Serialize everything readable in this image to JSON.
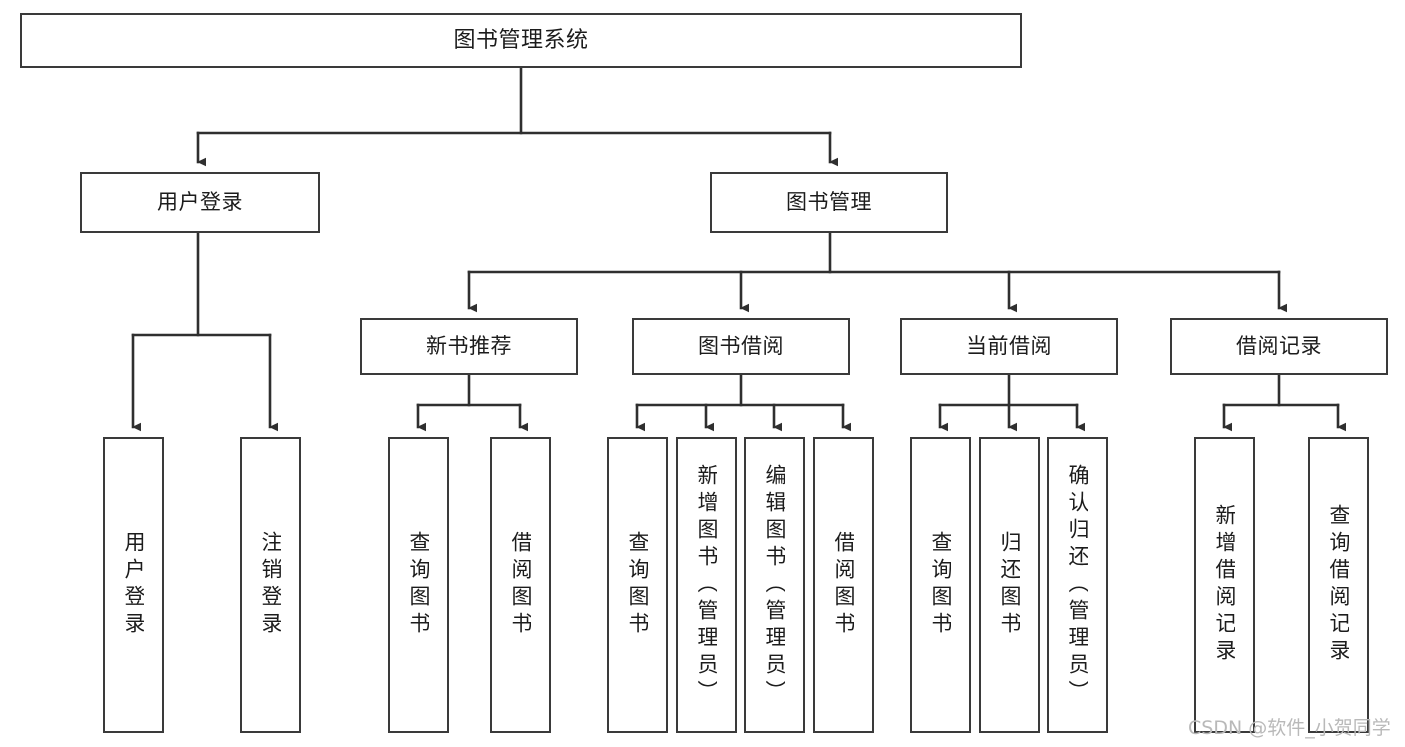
{
  "diagram": {
    "title": "图书管理系统",
    "type": "tree-hierarchy-chart",
    "colors": {
      "box_border": "#3a3a3a",
      "box_fill": "#ffffff",
      "connector": "#2f2f2f",
      "text": "#1c1c1c",
      "watermark": "#b9b9b9",
      "background": "#ffffff"
    },
    "root": {
      "label": "图书管理系统"
    },
    "level2": [
      {
        "label": "用户登录"
      },
      {
        "label": "图书管理"
      }
    ],
    "level3": [
      {
        "label": "新书推荐"
      },
      {
        "label": "图书借阅"
      },
      {
        "label": "当前借阅"
      },
      {
        "label": "借阅记录"
      }
    ],
    "leaves": {
      "user_login": [
        {
          "label": "用户登录"
        },
        {
          "label": "注销登录"
        }
      ],
      "new_book_recommend": [
        {
          "label": "查询图书"
        },
        {
          "label": "借阅图书"
        }
      ],
      "book_borrow": [
        {
          "label": "查询图书"
        },
        {
          "label": "新增图书（管理员）"
        },
        {
          "label": "编辑图书（管理员）"
        },
        {
          "label": "借阅图书"
        }
      ],
      "current_borrow": [
        {
          "label": "查询图书"
        },
        {
          "label": "归还图书"
        },
        {
          "label": "确认归还（管理员）"
        }
      ],
      "borrow_records": [
        {
          "label": "新增借阅记录"
        },
        {
          "label": "查询借阅记录"
        }
      ]
    },
    "watermark": "CSDN @软件_小贺同学"
  }
}
